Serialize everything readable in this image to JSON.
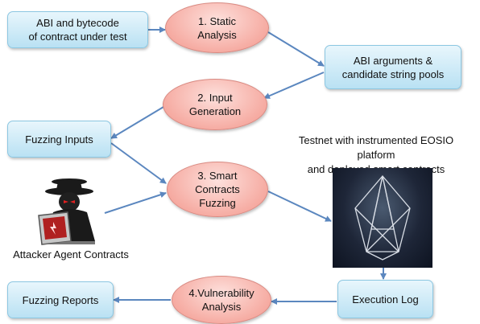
{
  "nodes": {
    "abi_bytecode": "ABI and bytecode\nof contract under test",
    "static_analysis": "1. Static\nAnalysis",
    "abi_arguments": "ABI arguments &\ncandidate string pools",
    "input_generation": "2. Input\nGeneration",
    "fuzzing_inputs": "Fuzzing Inputs",
    "smart_contracts_fuzzing": "3. Smart\nContracts\nFuzzing",
    "testnet_caption": "Testnet with instrumented EOSIO platform\nand deployed smart contracts",
    "attacker_caption": "Attacker Agent Contracts",
    "execution_log": "Execution Log",
    "vulnerability_analysis": "4.Vulnerability\nAnalysis",
    "fuzzing_reports": "Fuzzing Reports"
  },
  "colors": {
    "box_fill": "#bfe4f5",
    "ellipse_fill": "#f6aca3",
    "arrow": "#5b87bf"
  },
  "icons": {
    "testnet": "eos-logo-icon",
    "attacker": "hacker-laptop-icon"
  }
}
